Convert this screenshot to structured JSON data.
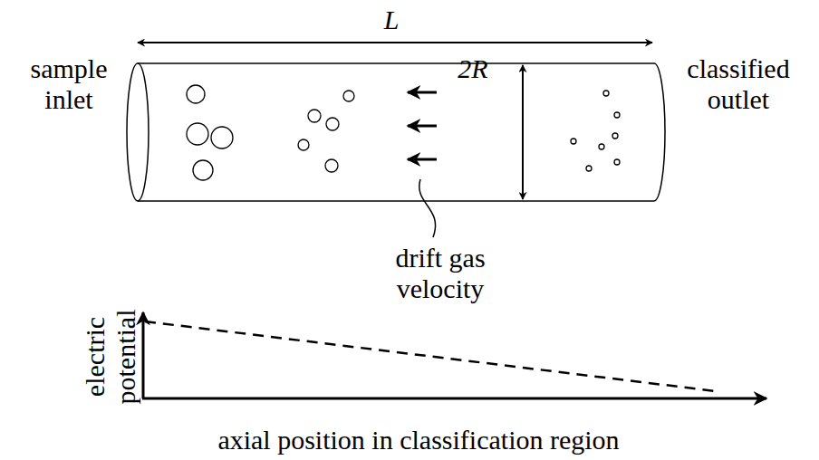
{
  "diagram": {
    "labels": [
      "L",
      "sample inlet",
      "2R",
      "classified outlet",
      "drift gas velocity",
      "electric potential",
      "axial position in classification region"
    ]
  }
}
